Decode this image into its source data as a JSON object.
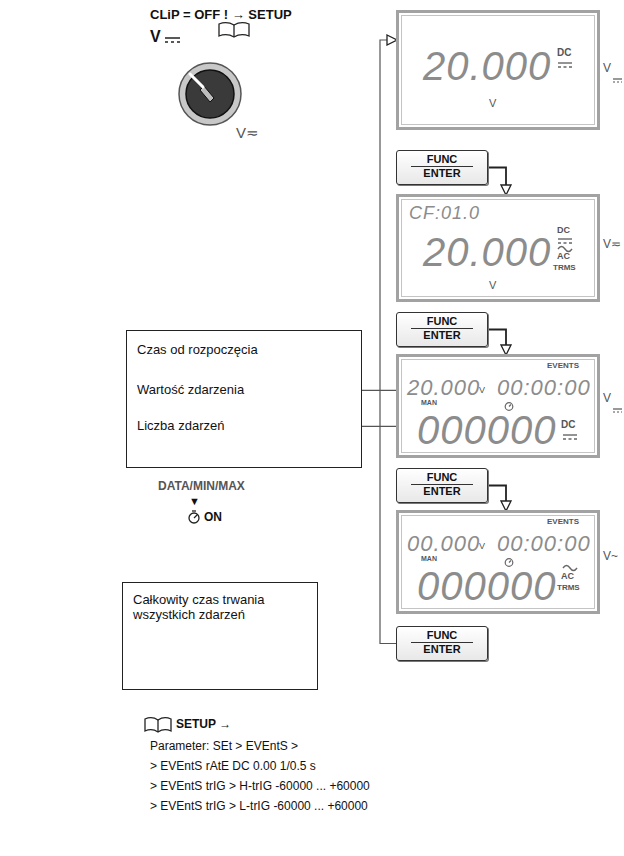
{
  "diagram": {
    "nodes": [
      {
        "text": [
          "20.000",
          "DC",
          "V"
        ]
      },
      {
        "text": [
          "FUNC",
          "ENTER"
        ]
      },
      {
        "text": [
          "CF:01.0",
          "20.000",
          "DC",
          "AC",
          "TRMS",
          "V"
        ]
      },
      {
        "text": [
          "FUNC",
          "ENTER"
        ]
      },
      {
        "text": [
          "Czas od rozpoczęcia",
          "Wartość zdarzenia",
          "Liczba zdarzeń"
        ]
      },
      {
        "text": [
          "EVENTS",
          "20.000",
          "V",
          "00:00:00",
          "MAN",
          "000000",
          "DC"
        ]
      },
      {
        "text": [
          "FUNC",
          "ENTER"
        ]
      },
      {
        "text": [
          "Całkowity czas trwania wszystkich zdarzeń"
        ]
      },
      {
        "text": [
          "EVENTS",
          "00.000",
          "V",
          "00:00:00",
          "MAN",
          "000000",
          "AC",
          "TRMS"
        ]
      },
      {
        "text": [
          "FUNC",
          "ENTER"
        ]
      }
    ],
    "edges": [
      {
        "from": 1,
        "to": 2,
        "arrow": "to"
      },
      {
        "from": 3,
        "to": 5,
        "arrow": "to"
      },
      {
        "from": 6,
        "to": 8,
        "arrow": "to"
      },
      {
        "from": 9,
        "to": 0,
        "arrow": "to"
      },
      {
        "from": 4,
        "to": 5,
        "arrow": "none"
      },
      {
        "from": 4,
        "to": 5,
        "arrow": "none"
      }
    ],
    "labels": [
      "CLiP = OFF ! → SETUP",
      "V",
      "V≂",
      "V",
      "V≂",
      "V",
      "V~",
      "DATA/MIN/MAX",
      "▼",
      "ON",
      "SETUP →",
      "Parameter: SEt > EVEntS >",
      "> EVEntS rAtE DC 0.00 1/0.5 s",
      "> EVEntS trIG > H-trIG -60000 ... +60000",
      "> EVEntS trIG > L-trIG -60000 ... +60000"
    ]
  }
}
